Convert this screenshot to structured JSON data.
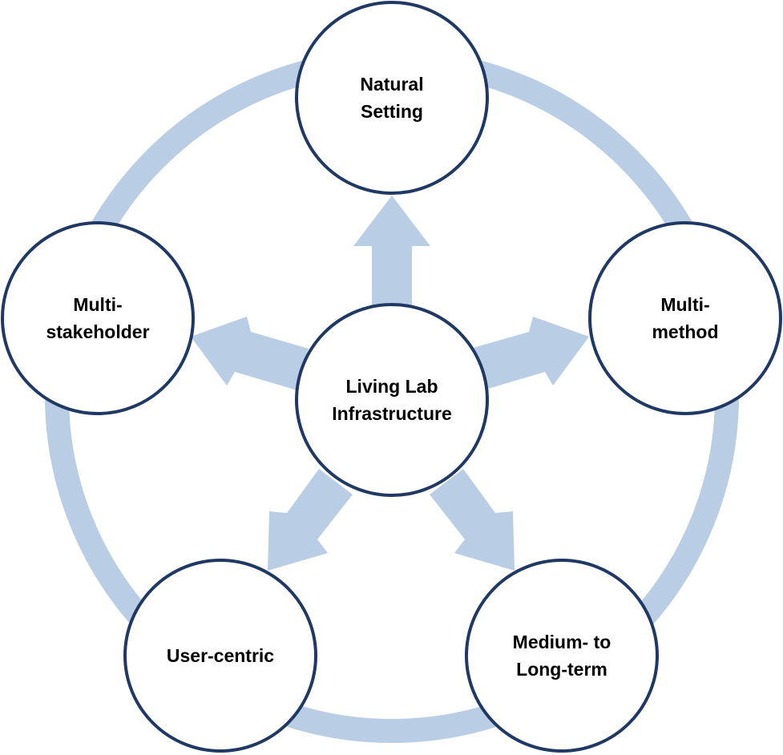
{
  "colors": {
    "ring": "#b9cde5",
    "arrow": "#b9cde5",
    "node_stroke": "#1f3864",
    "node_fill": "#ffffff",
    "text": "#000000"
  },
  "center": {
    "lines": [
      "Living Lab",
      "Infrastructure"
    ]
  },
  "nodes": [
    {
      "name": "node-natural-setting",
      "lines": [
        "Natural",
        "Setting"
      ]
    },
    {
      "name": "node-multi-method",
      "lines": [
        "Multi-",
        "method"
      ]
    },
    {
      "name": "node-medium-to-long-term",
      "lines": [
        "Medium- to",
        "Long-term"
      ]
    },
    {
      "name": "node-user-centric",
      "lines": [
        "User-centric"
      ]
    },
    {
      "name": "node-multi-stakeholder",
      "lines": [
        "Multi-",
        "stakeholder"
      ]
    }
  ]
}
